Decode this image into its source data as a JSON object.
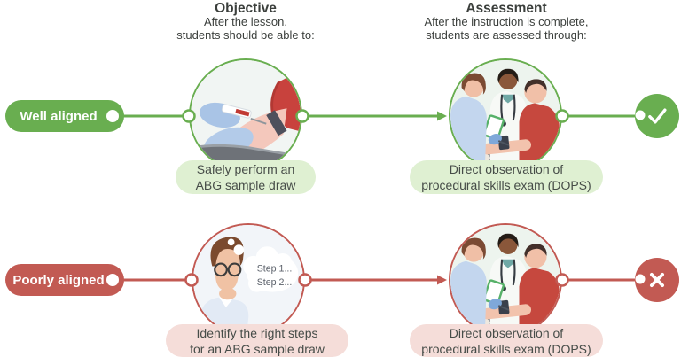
{
  "columns": {
    "objective": {
      "title": "Objective",
      "line1": "After the lesson,",
      "line2": "students should be able to:"
    },
    "assessment": {
      "title": "Assessment",
      "line1": "After the instruction is complete,",
      "line2": "students are assessed through:"
    }
  },
  "rows": [
    {
      "label": "Well aligned",
      "objective_caption": [
        "Safely perform an",
        "ABG sample draw"
      ],
      "assessment_caption": [
        "Direct observation of",
        "procedural skills exam (DOPS)"
      ],
      "result": "check"
    },
    {
      "label": "Poorly aligned",
      "objective_caption": [
        "Identify the right steps",
        "for an ABG sample draw"
      ],
      "assessment_caption": [
        "Direct observation of",
        "procedural skills exam (DOPS)"
      ],
      "thought": [
        "Step 1...",
        "Step 2..."
      ],
      "result": "cross"
    }
  ],
  "icons": {
    "row1_result": "checkmark-icon",
    "row2_result": "x-icon",
    "row1_objective": "blood-draw-illustration",
    "row1_assessment": "dops-exam-illustration",
    "row2_objective": "thinking-man-illustration",
    "row2_assessment": "dops-exam-illustration"
  },
  "colors": {
    "green": "#69ae50",
    "green_light": "#dff0d2",
    "red": "#c25a53",
    "red_light": "#f5ddd9",
    "text_dark": "#3b3f3c",
    "text_caption": "#464c48",
    "thought_text": "#5c626b",
    "white": "#ffffff"
  }
}
